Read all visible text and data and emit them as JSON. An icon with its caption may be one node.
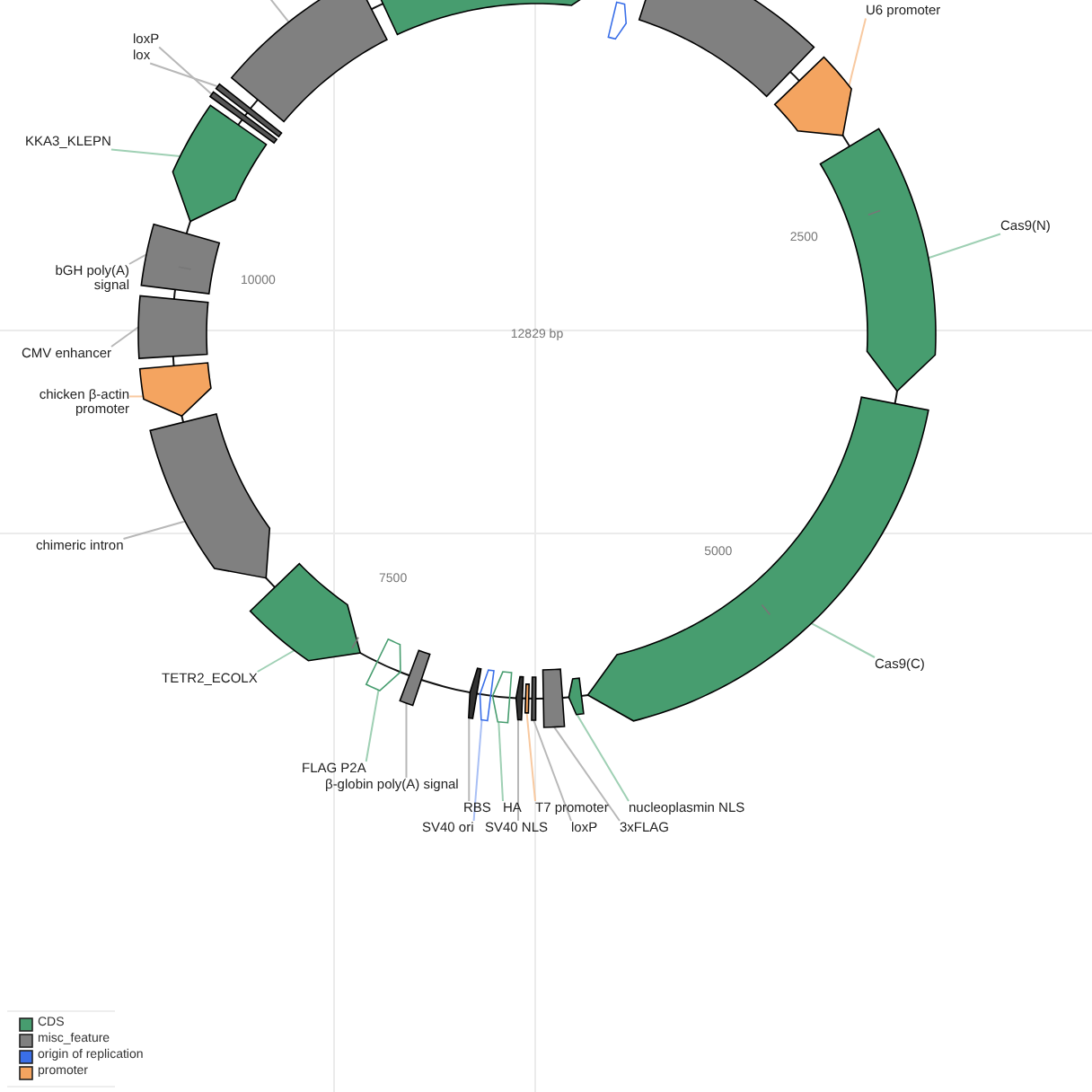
{
  "diagram": {
    "nodes": [
      {
        "text": [],
        "shape": "box"
      },
      {
        "text": [],
        "shape": "arrow"
      },
      {
        "text": [],
        "shape": "arrow"
      },
      {
        "text": [],
        "shape": "box"
      },
      {
        "text": [],
        "shape": "arrow"
      },
      {
        "text": [
          "U6 promoter"
        ]
      },
      {
        "text": [],
        "shape": "arrow"
      },
      {
        "text": [
          "Cas9(N)"
        ]
      },
      {
        "text": [],
        "shape": "arrow"
      },
      {
        "text": [
          "Cas9(C)"
        ]
      },
      {
        "text": [],
        "shape": "arrow"
      },
      {
        "text": [
          "nucleoplasmin NLS"
        ]
      },
      {
        "text": [],
        "shape": "box"
      },
      {
        "text": [
          "3xFLAG"
        ]
      },
      {
        "text": [],
        "shape": "box"
      },
      {
        "text": [
          "loxP"
        ]
      },
      {
        "text": [],
        "shape": "box"
      },
      {
        "text": [
          "T7 promoter"
        ]
      },
      {
        "text": [],
        "shape": "arrow"
      },
      {
        "text": [
          "SV40 NLS"
        ]
      },
      {
        "text": [],
        "shape": "arrow"
      },
      {
        "text": [
          "HA"
        ]
      },
      {
        "text": [],
        "shape": "arrow"
      },
      {
        "text": [
          "SV40 ori"
        ]
      },
      {
        "text": [],
        "shape": "arrow"
      },
      {
        "text": [
          "RBS"
        ]
      },
      {
        "text": [],
        "shape": "arrow"
      },
      {
        "text": [
          "FLAG P2A"
        ]
      },
      {
        "text": [],
        "shape": "box"
      },
      {
        "text": [
          "β-globin poly(A) signal"
        ]
      },
      {
        "text": [],
        "shape": "arrow"
      },
      {
        "text": [
          "TETR2_ECOLX"
        ]
      },
      {
        "text": [],
        "shape": "arrow"
      },
      {
        "text": [
          "chimeric intron"
        ]
      },
      {
        "text": [],
        "shape": "arrow"
      },
      {
        "text": [
          "chicken β-actin promoter"
        ]
      },
      {
        "text": [],
        "shape": "box"
      },
      {
        "text": [
          "CMV enhancer"
        ]
      },
      {
        "text": [],
        "shape": "box"
      },
      {
        "text": [
          "bGH poly(A) signal"
        ]
      },
      {
        "text": [],
        "shape": "arrow"
      },
      {
        "text": [
          "KKA3_KLEPN"
        ]
      },
      {
        "text": [],
        "shape": "box"
      },
      {
        "text": [
          "loxP"
        ]
      },
      {
        "text": [],
        "shape": "box"
      },
      {
        "text": [
          "lox"
        ]
      }
    ],
    "edges": [
      {
        "from": null,
        "to": 0,
        "arrow": "none"
      },
      {
        "from": 5,
        "to": 4,
        "arrow": "none",
        "color": "#f8c9a0"
      },
      {
        "from": 7,
        "to": 6,
        "arrow": "none",
        "color": "#9fd0b4"
      },
      {
        "from": 9,
        "to": 8,
        "arrow": "none",
        "color": "#9fd0b4"
      },
      {
        "from": 11,
        "to": 10,
        "arrow": "none",
        "color": "#9fd0b4"
      },
      {
        "from": 13,
        "to": 12,
        "arrow": "none"
      },
      {
        "from": 15,
        "to": 14,
        "arrow": "none"
      },
      {
        "from": 17,
        "to": 16,
        "arrow": "none",
        "color": "#f8c9a0"
      },
      {
        "from": 19,
        "to": 18,
        "arrow": "none"
      },
      {
        "from": 21,
        "to": 20,
        "arrow": "none",
        "color": "#9fd0b4"
      },
      {
        "from": 23,
        "to": 22,
        "arrow": "none",
        "color": "#a9c0f5"
      },
      {
        "from": 25,
        "to": 24,
        "arrow": "none"
      },
      {
        "from": 27,
        "to": 26,
        "arrow": "none",
        "color": "#9fd0b4"
      },
      {
        "from": 29,
        "to": 28,
        "arrow": "none"
      },
      {
        "from": 31,
        "to": 30,
        "arrow": "none",
        "color": "#9fd0b4"
      },
      {
        "from": 33,
        "to": 32,
        "arrow": "none"
      },
      {
        "from": 35,
        "to": 34,
        "arrow": "none",
        "color": "#f8c9a0"
      },
      {
        "from": 37,
        "to": 36,
        "arrow": "none"
      },
      {
        "from": 39,
        "to": 38,
        "arrow": "none"
      },
      {
        "from": 41,
        "to": 40,
        "arrow": "none",
        "color": "#9fd0b4"
      },
      {
        "from": 43,
        "to": 42,
        "arrow": "none"
      },
      {
        "from": 45,
        "to": 44,
        "arrow": "none"
      }
    ],
    "labels": [
      "2500",
      "5000",
      "7500",
      "10000",
      "12829 bp"
    ],
    "legend": [
      {
        "text": "CDS",
        "color": "#479d6f"
      },
      {
        "text": "misc_feature",
        "color": "#808080"
      },
      {
        "text": "origin of replication",
        "color": "#3a6fe8"
      },
      {
        "text": "promoter",
        "color": "#f4a460"
      }
    ]
  }
}
